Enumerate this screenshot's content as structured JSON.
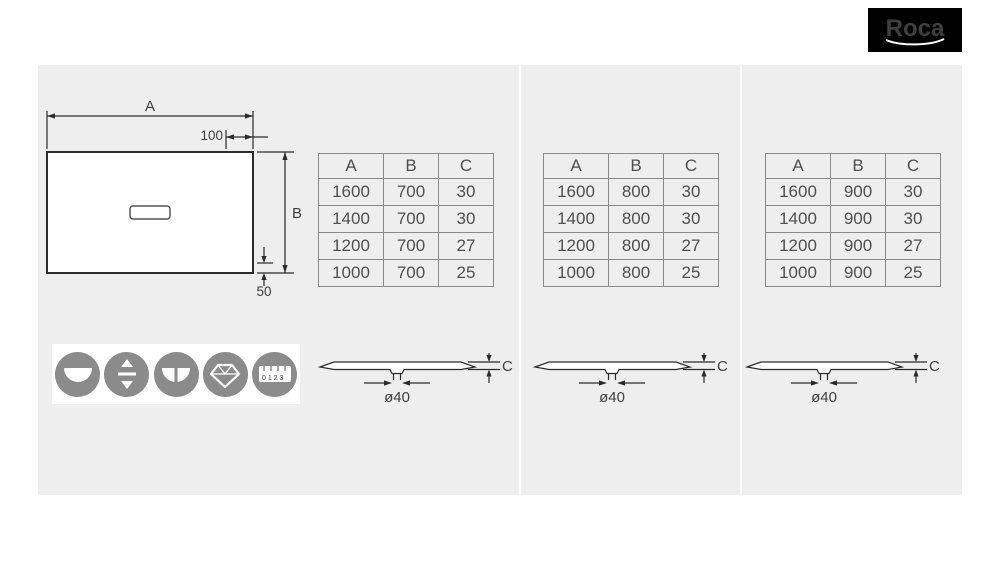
{
  "brand": {
    "name": "Roca"
  },
  "colors": {
    "panel_bg": "#eeeeee",
    "logo_bg": "#000000",
    "icon_circle": "#8b8b8b",
    "table_border": "#8a8a8a",
    "drawing_line": "#2b2b2b"
  },
  "top_view": {
    "width_label": "A",
    "offset_label": "100",
    "depth_label": "B",
    "drain_offset_label": "50"
  },
  "tables": [
    {
      "headers": [
        "A",
        "B",
        "C"
      ],
      "rows": [
        [
          "1600",
          "700",
          "30"
        ],
        [
          "1400",
          "700",
          "30"
        ],
        [
          "1200",
          "700",
          "27"
        ],
        [
          "1000",
          "700",
          "25"
        ]
      ]
    },
    {
      "headers": [
        "A",
        "B",
        "C"
      ],
      "rows": [
        [
          "1600",
          "800",
          "30"
        ],
        [
          "1400",
          "800",
          "30"
        ],
        [
          "1200",
          "800",
          "27"
        ],
        [
          "1000",
          "800",
          "25"
        ]
      ]
    },
    {
      "headers": [
        "A",
        "B",
        "C"
      ],
      "rows": [
        [
          "1600",
          "900",
          "30"
        ],
        [
          "1400",
          "900",
          "30"
        ],
        [
          "1200",
          "900",
          "27"
        ],
        [
          "1000",
          "900",
          "25"
        ]
      ]
    }
  ],
  "profiles": [
    {
      "drain_label": "ø40",
      "height_label": "C"
    },
    {
      "drain_label": "ø40",
      "height_label": "C"
    },
    {
      "drain_label": "ø40",
      "height_label": "C"
    }
  ],
  "features": {
    "icons": [
      "flat-tray-icon",
      "height-adjust-icon",
      "cuttable-tray-icon",
      "diamond-icon",
      "ruler-icon"
    ],
    "ruler_digits": "0 1 2 3"
  }
}
